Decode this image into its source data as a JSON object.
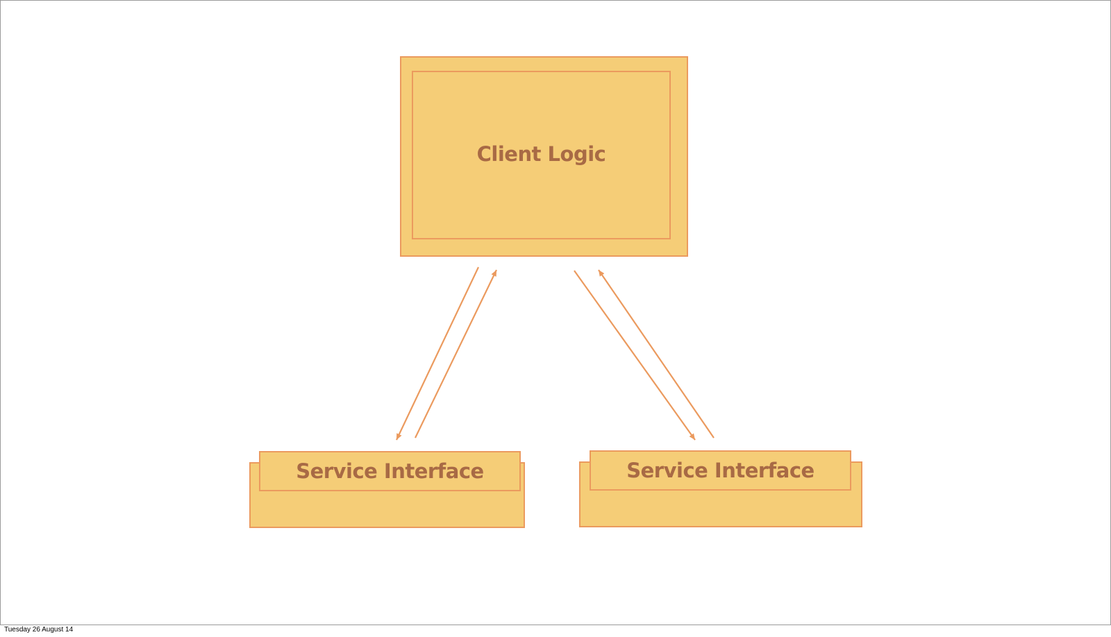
{
  "diagram": {
    "client": {
      "label": "Client Logic"
    },
    "services": [
      {
        "label": "Service Interface"
      },
      {
        "label": "Service Interface"
      }
    ],
    "colors": {
      "fill": "#f5cd77",
      "stroke": "#eb9a5e",
      "text": "#a86a45"
    }
  },
  "footer": {
    "date": "Tuesday 26 August 14"
  }
}
